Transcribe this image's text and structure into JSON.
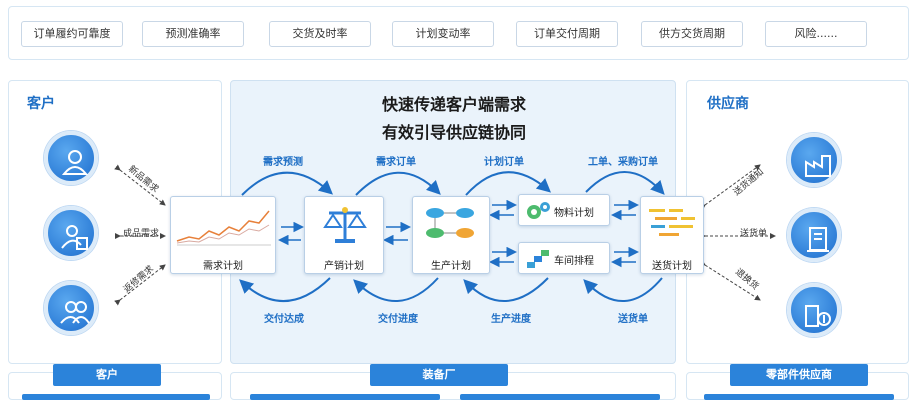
{
  "kpis": [
    "订单履约可靠度",
    "预测准确率",
    "交货及时率",
    "计划变动率",
    "订单交付周期",
    "供方交货周期",
    "风险......"
  ],
  "panels": {
    "customer": "客户",
    "supplier": "供应商",
    "center_title_1": "快速传递客户端需求",
    "center_title_2": "有效引导供应链协同"
  },
  "process": {
    "demand_plan": "需求计划",
    "sales_plan": "产销计划",
    "production_plan": "生产计划",
    "material_plan": "物料计划",
    "workshop_schedule": "车间排程",
    "delivery_plan": "送货计划"
  },
  "flows_top": [
    "需求预测",
    "需求订单",
    "计划订单",
    "工单、采购订单"
  ],
  "flows_bottom": [
    "交付达成",
    "交付进度",
    "生产进度",
    "送货单"
  ],
  "customer_links": [
    "新品需求",
    "成品需求",
    "返修需求"
  ],
  "supplier_links": [
    "送货通知",
    "送货单",
    "退换货"
  ],
  "bottom_tags": [
    "客户",
    "装备厂",
    "零部件供应商"
  ],
  "colors": {
    "primary": "#2b83da",
    "title_blue": "#1f6fc5",
    "panel_bg": "#eaf3fb"
  }
}
